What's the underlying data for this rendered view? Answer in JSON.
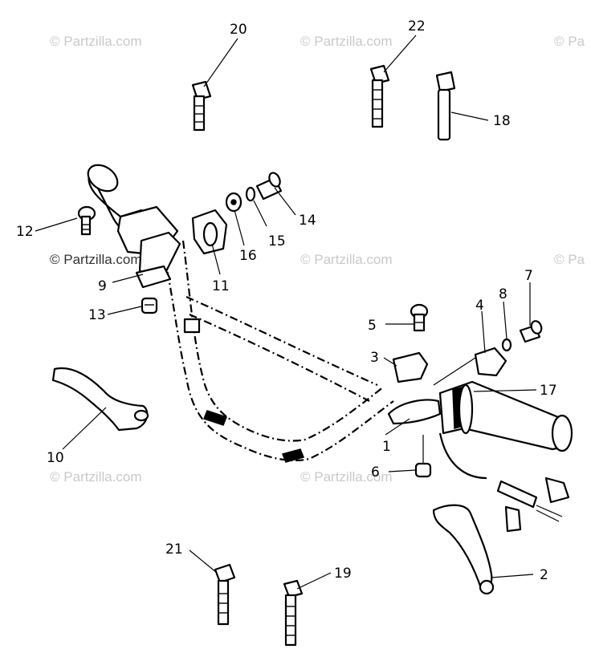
{
  "watermarks": [
    "© Partzilla.com",
    "© Partzilla.com",
    "© Pa",
    "© Partzilla.com",
    "© Partzilla.com",
    "© Pa",
    "© Partzilla.com",
    "© Partzilla.com"
  ],
  "callouts": [
    "1",
    "2",
    "3",
    "4",
    "5",
    "6",
    "7",
    "8",
    "9",
    "10",
    "11",
    "12",
    "13",
    "14",
    "15",
    "16",
    "17",
    "18",
    "19",
    "20",
    "21",
    "22"
  ]
}
